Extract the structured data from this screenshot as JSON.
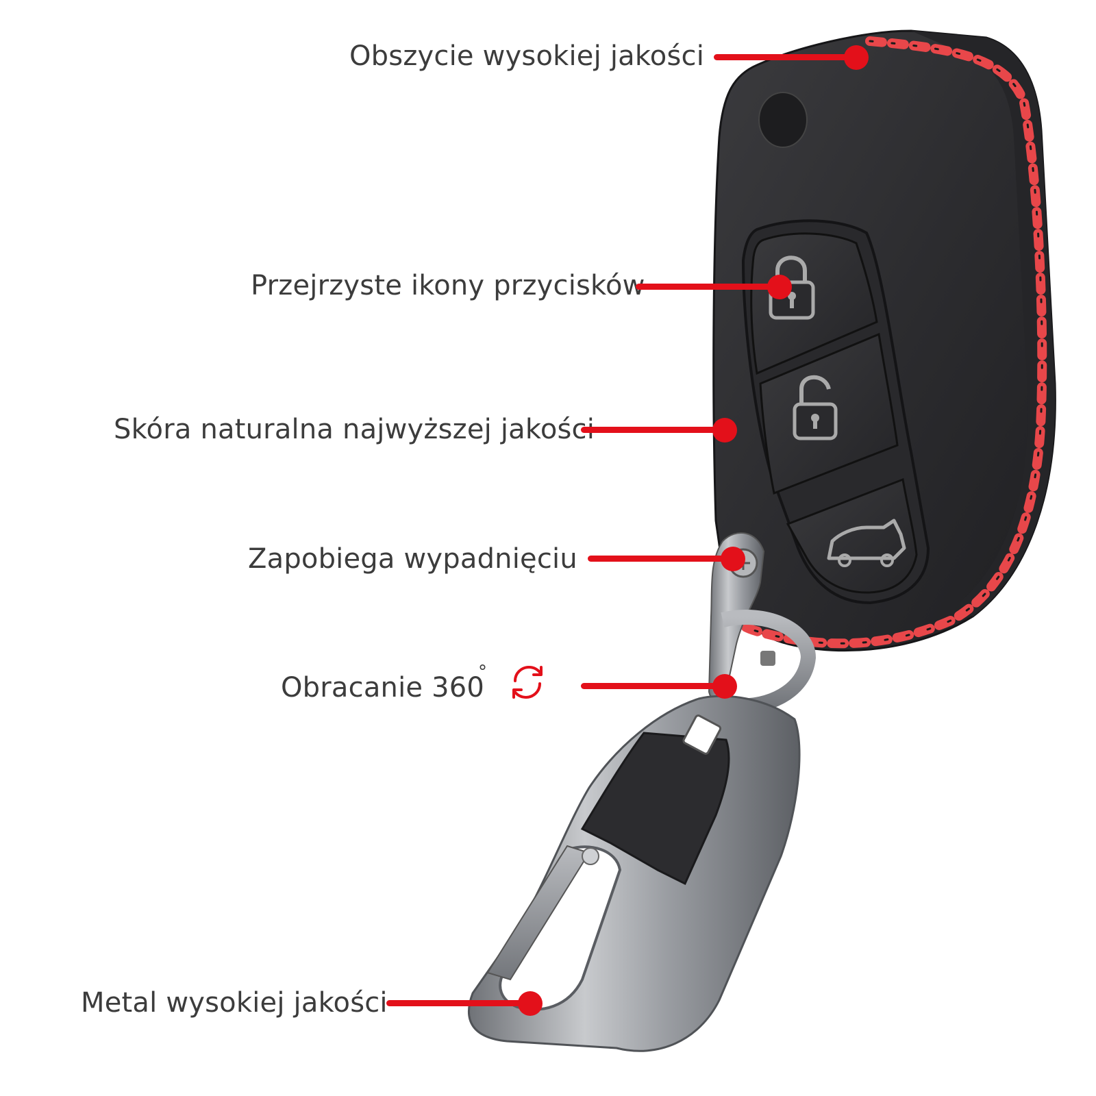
{
  "colors": {
    "accent": "#e3101a",
    "text": "#3c3c3c",
    "leather": "#2e2e30",
    "stitch": "#e8474a",
    "metal": "#9c9fa4"
  },
  "callouts": [
    {
      "id": "stitching",
      "label": "Obszycie wysokiej jakości"
    },
    {
      "id": "buttons",
      "label": "Przejrzyste ikony przycisków"
    },
    {
      "id": "leather",
      "label": "Skóra naturalna najwyższej jakości"
    },
    {
      "id": "anti-fall",
      "label": "Zapobiega wypadnięciu"
    },
    {
      "id": "rotation",
      "label": "Obracanie 360",
      "suffix": "°",
      "icon": "rotate-360-icon"
    },
    {
      "id": "metal",
      "label": "Metal wysokiej jakości"
    }
  ],
  "product": {
    "button_icons": [
      "lock-closed-icon",
      "lock-open-icon",
      "car-trunk-icon"
    ]
  }
}
